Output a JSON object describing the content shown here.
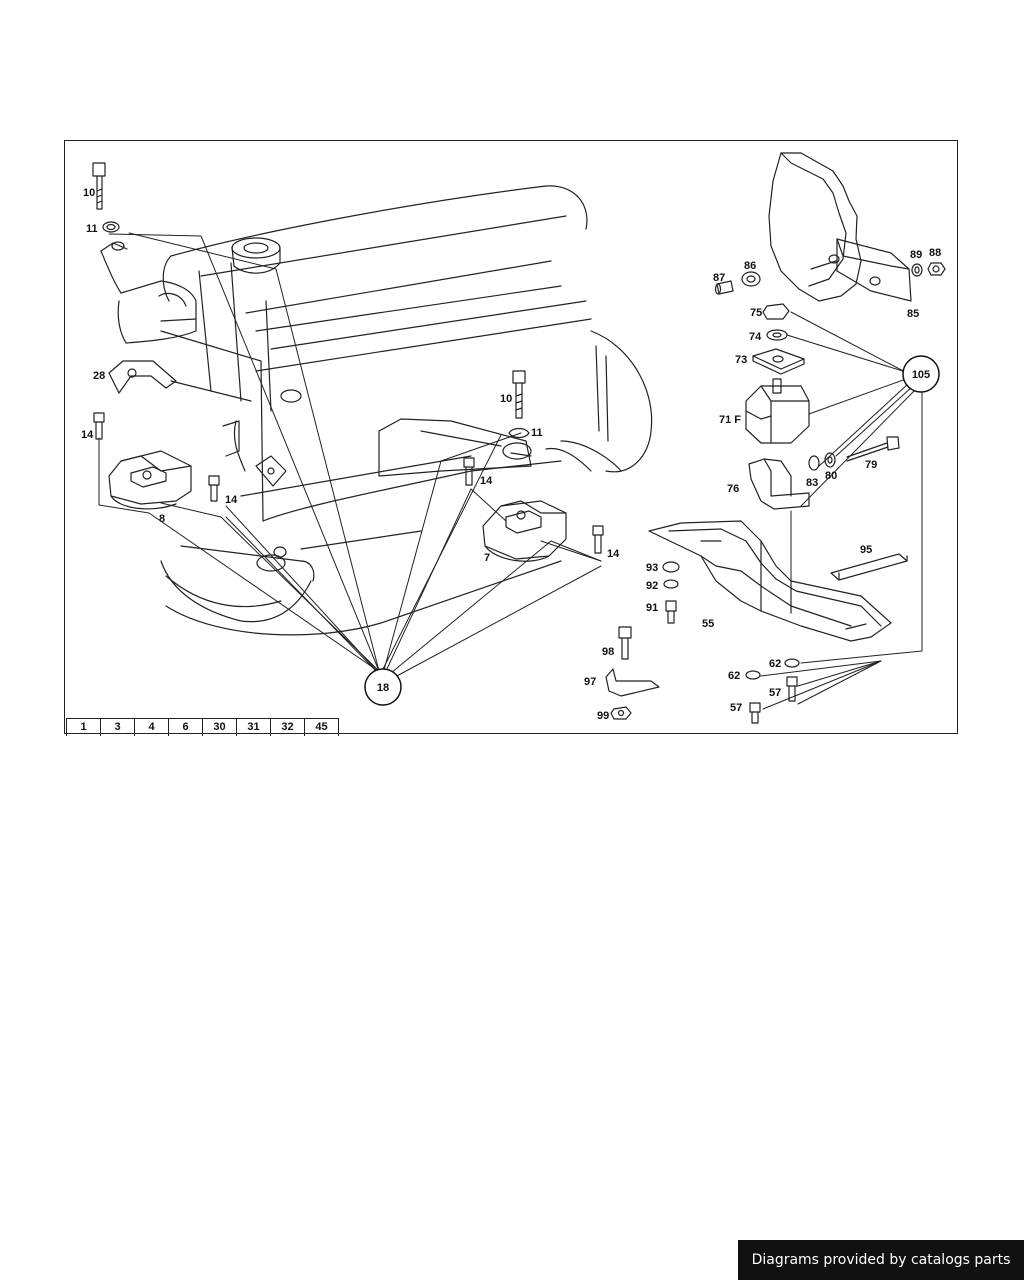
{
  "diagram": {
    "labels": {
      "p10a": "10",
      "p11a": "11",
      "p28": "28",
      "p14a": "14",
      "p14b": "14",
      "p8": "8",
      "p10b": "10",
      "p11b": "11",
      "p14c": "14",
      "p7": "7",
      "p14d": "14",
      "p87": "87",
      "p86": "86",
      "p89": "89",
      "p88": "88",
      "p85": "85",
      "p75": "75",
      "p74": "74",
      "p73": "73",
      "p71f": "71 F",
      "p83": "83",
      "p80": "80",
      "p79": "79",
      "p76": "76",
      "p95": "95",
      "p93": "93",
      "p92": "92",
      "p91": "91",
      "p55": "55",
      "p98": "98",
      "p97": "97",
      "p99": "99",
      "p62a": "62",
      "p62b": "62",
      "p57a": "57",
      "p57b": "57"
    },
    "callouts": {
      "c18": "18",
      "c105": "105"
    }
  },
  "tabs": [
    "1",
    "3",
    "4",
    "6",
    "30",
    "31",
    "32",
    "45"
  ],
  "credit": "Diagrams provided by catalogs parts"
}
